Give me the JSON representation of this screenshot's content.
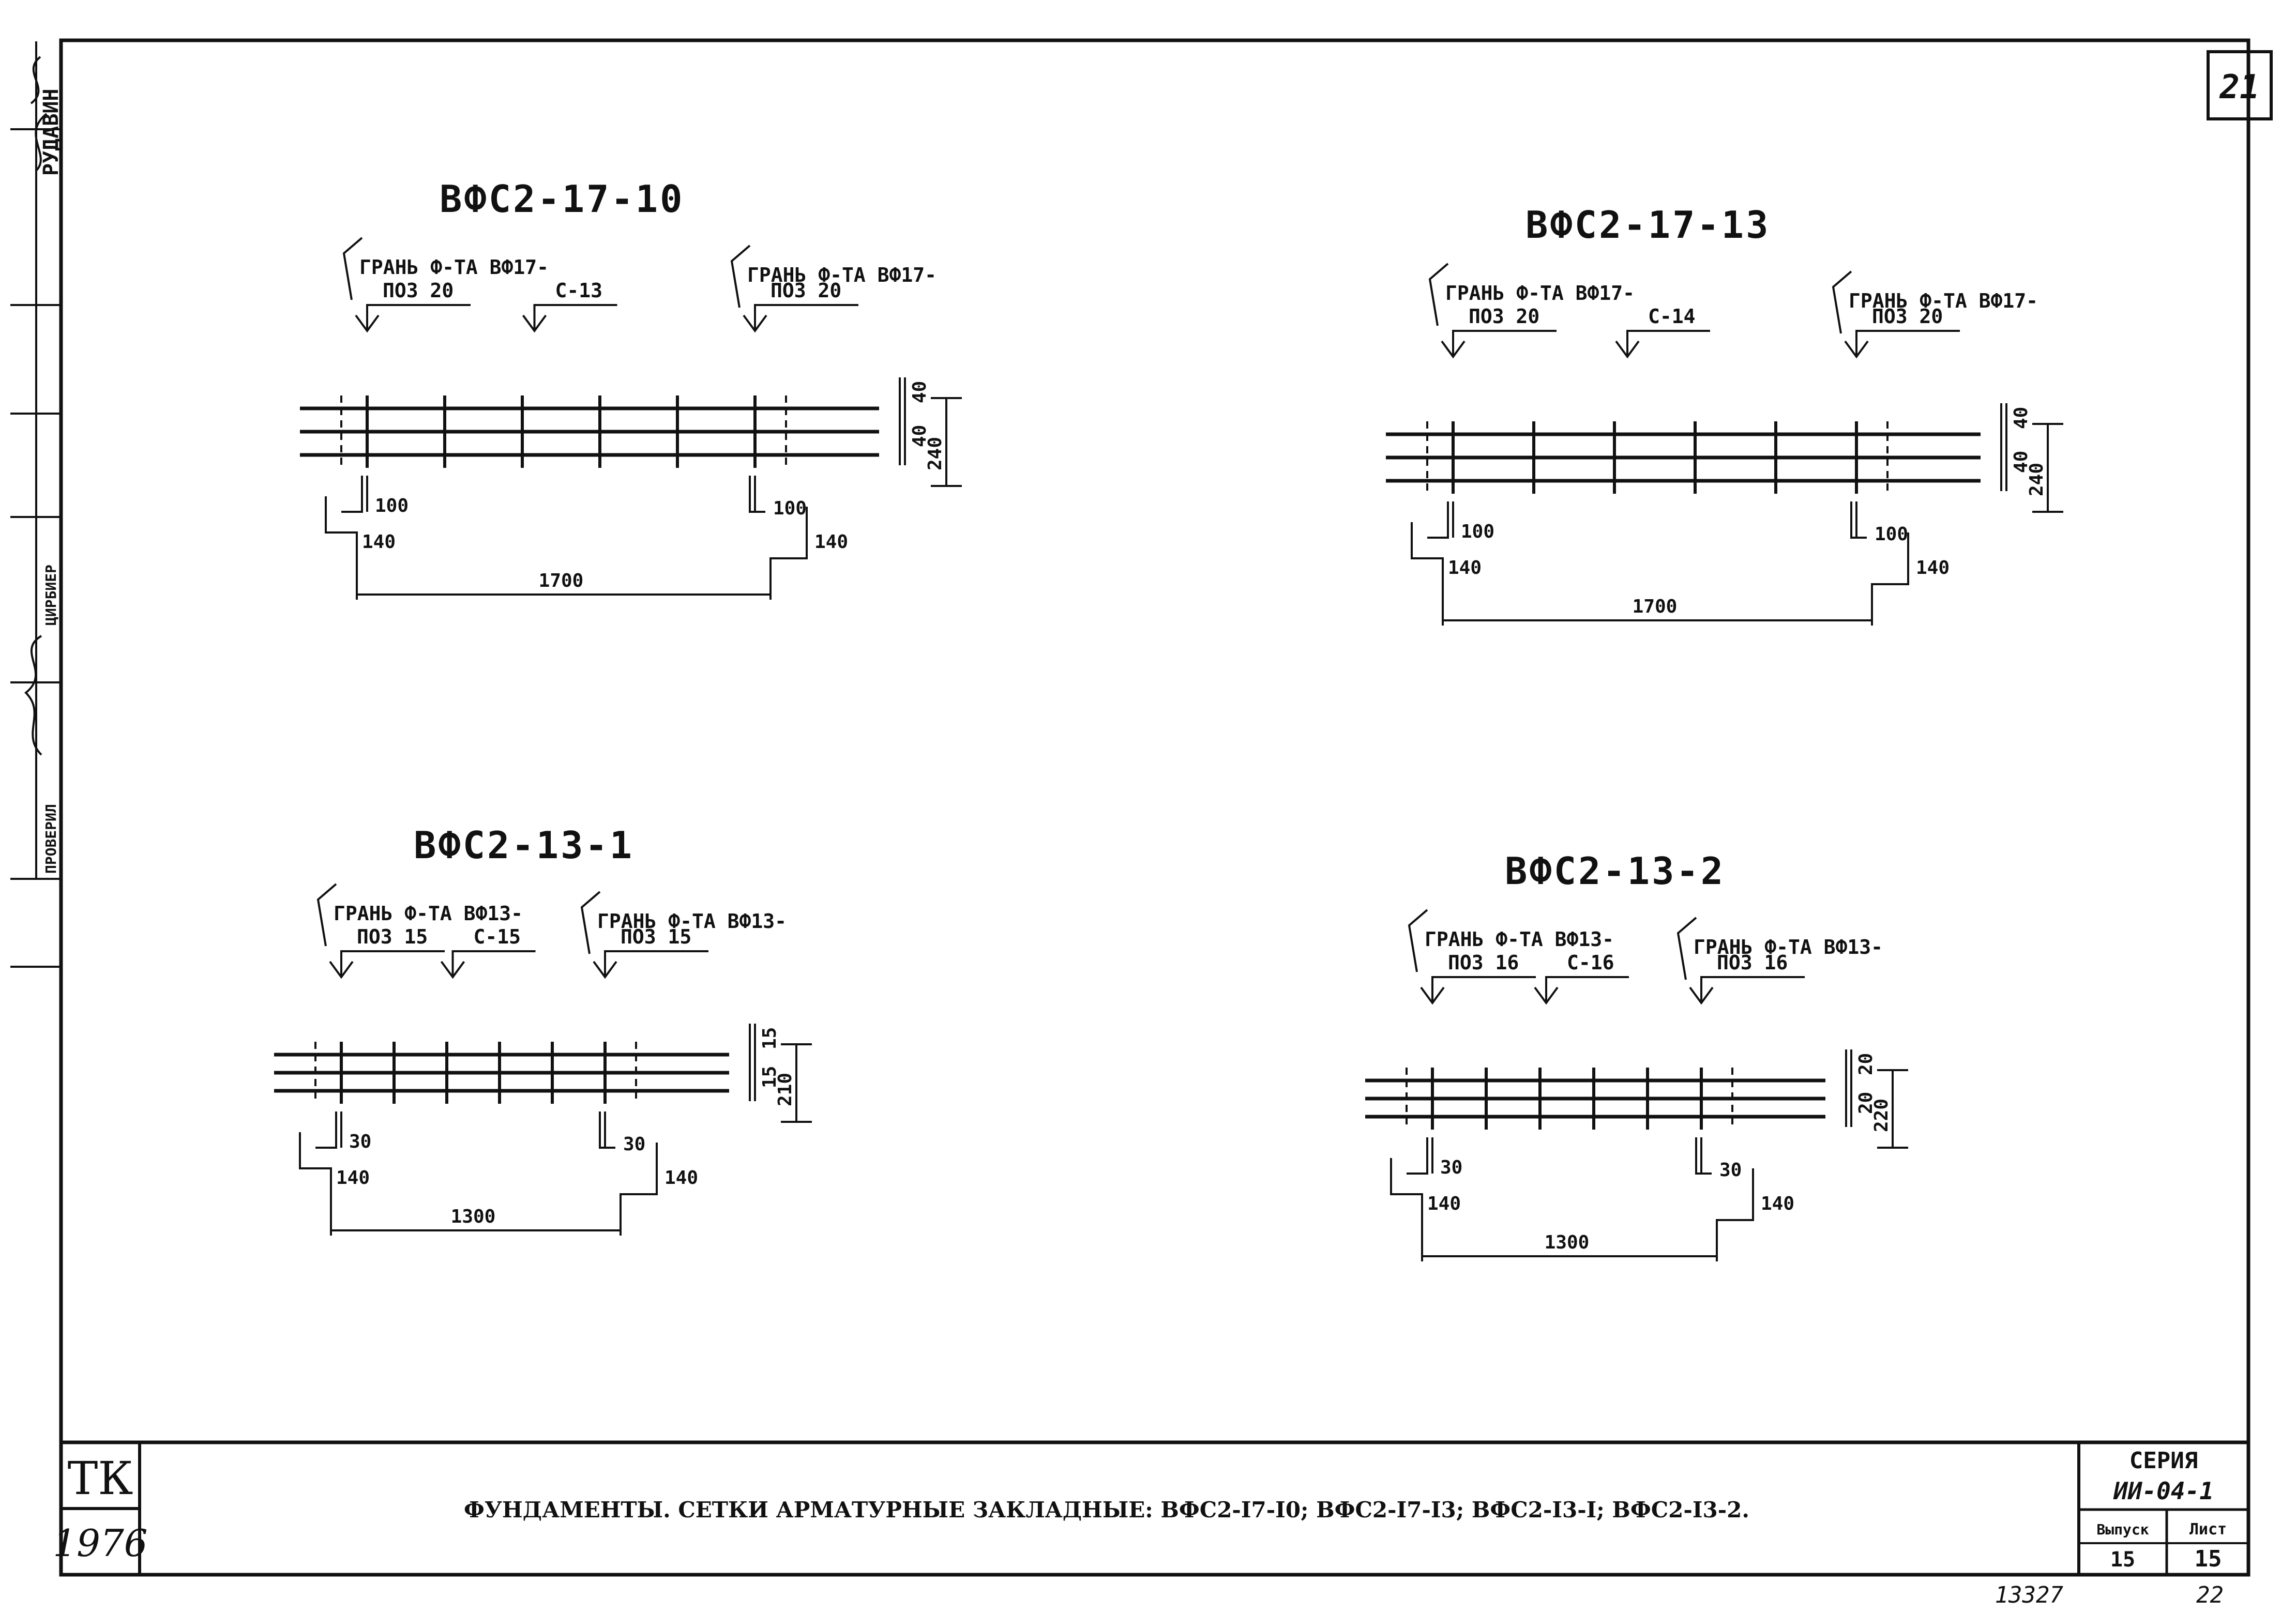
{
  "sheet_number": "21",
  "stamp": {
    "top": "РУДАВИН",
    "middle": "ЦИРБИЕР",
    "bottom": "ПРОВЕРИЛ"
  },
  "drawings": [
    {
      "title": "ВФС2-17-10",
      "face_left": "ГРАНЬ Ф-ТА ВФ17-",
      "face_right": "ГРАНЬ Ф-ТА ВФ17-",
      "pos_left": "ПОЗ 20",
      "mesh": "С-13",
      "pos_right": "ПОЗ 20",
      "dim_top": "40",
      "dim_mid": "40",
      "dim_total_h": "240",
      "off_left_a": "100",
      "off_left_b": "140",
      "off_right_a": "100",
      "off_right_b": "140",
      "length": "1700"
    },
    {
      "title": "ВФС2-17-13",
      "face_left": "ГРАНЬ Ф-ТА ВФ17-",
      "face_right": "ГРАНЬ Ф-ТА ВФ17-",
      "pos_left": "ПОЗ 20",
      "mesh": "С-14",
      "pos_right": "ПОЗ 20",
      "dim_top": "40",
      "dim_mid": "40",
      "dim_total_h": "240",
      "off_left_a": "100",
      "off_left_b": "140",
      "off_right_a": "100",
      "off_right_b": "140",
      "length": "1700"
    },
    {
      "title": "ВФС2-13-1",
      "face_left": "ГРАНЬ Ф-ТА ВФ13-",
      "face_right": "ГРАНЬ Ф-ТА ВФ13-",
      "pos_left": "ПОЗ 15",
      "mesh": "С-15",
      "pos_right": "ПОЗ 15",
      "dim_top": "15",
      "dim_mid": "15",
      "dim_total_h": "210",
      "off_left_a": "30",
      "off_left_b": "140",
      "off_right_a": "30",
      "off_right_b": "140",
      "length": "1300"
    },
    {
      "title": "ВФС2-13-2",
      "face_left": "ГРАНЬ Ф-ТА ВФ13-",
      "face_right": "ГРАНЬ Ф-ТА ВФ13-",
      "pos_left": "ПОЗ 16",
      "mesh": "С-16",
      "pos_right": "ПОЗ 16",
      "dim_top": "20",
      "dim_mid": "20",
      "dim_total_h": "220",
      "off_left_a": "30",
      "off_left_b": "140",
      "off_right_a": "30",
      "off_right_b": "140",
      "length": "1300"
    }
  ],
  "title_block": {
    "org": "ТК",
    "year": "1976",
    "caption": "ФУНДАМЕНТЫ. СЕТКИ АРМАТУРНЫЕ ЗАКЛАДНЫЕ: ВФС2-I7-I0; ВФС2-I7-I3; ВФС2-I3-I; ВФС2-I3-2.",
    "series_label": "СЕРИЯ",
    "series_value": "ИИ-04-1",
    "issue_label": "Выпуск",
    "issue_value": "15",
    "sheet_label": "Лист",
    "sheet_value": "15"
  },
  "footer": {
    "inv_number": "13327",
    "page": "22"
  }
}
